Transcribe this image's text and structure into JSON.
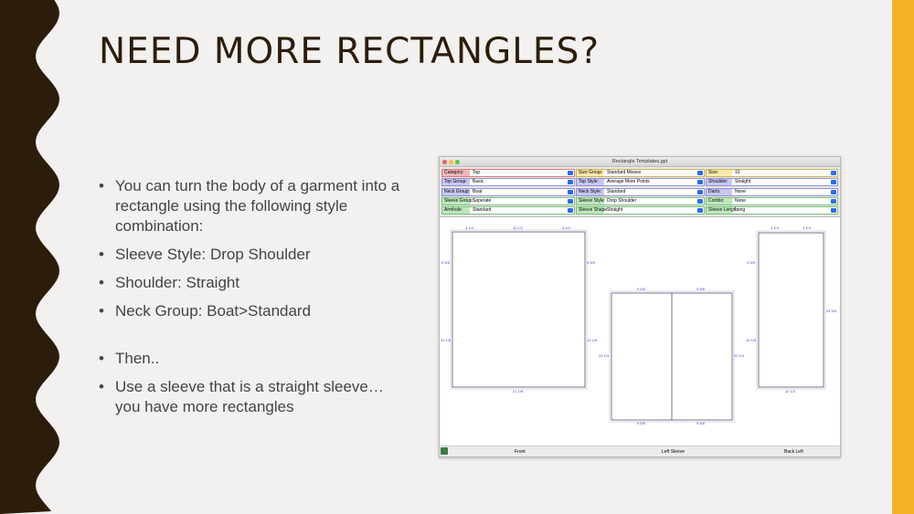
{
  "slide": {
    "title": "NEED MORE RECTANGLES?",
    "bullets": [
      "You can turn the body of a garment into a rectangle using the following style combination:",
      "Sleeve Style: Drop Shoulder",
      "Shoulder: Straight",
      "Neck Group: Boat>Standard",
      "Then..",
      "Use a sleeve that is a straight sleeve… you have more rectangles"
    ],
    "colors": {
      "left_band": "#2c1d0b",
      "right_band": "#f4b128",
      "background": "#f2f1ef"
    }
  },
  "window": {
    "title": "Rectangle Templates.gpt",
    "fields": [
      [
        {
          "label": "Category:",
          "value": "Top",
          "color": "red"
        },
        {
          "label": "Size Group:",
          "value": "Standard Misses",
          "color": "yel"
        },
        {
          "label": "Size:",
          "value": "10",
          "color": "yel"
        }
      ],
      [
        {
          "label": "Top Group:",
          "value": "Basic",
          "color": "blu"
        },
        {
          "label": "Top Style:",
          "value": "Average More Points",
          "color": "blu"
        },
        {
          "label": "Shoulder:",
          "value": "Straight",
          "color": "blu"
        }
      ],
      [
        {
          "label": "Neck Group:",
          "value": "Boat",
          "color": "blu"
        },
        {
          "label": "Neck Style:",
          "value": "Standard",
          "color": "blu"
        },
        {
          "label": "Darts:",
          "value": "None",
          "color": "blu"
        }
      ],
      [
        {
          "label": "Sleeve Group:",
          "value": "Seperate",
          "color": "grn"
        },
        {
          "label": "Sleeve Style:",
          "value": "Drop Shoulder",
          "color": "grn"
        },
        {
          "label": "Combo:",
          "value": "None",
          "color": "grn"
        }
      ],
      [
        {
          "label": "Armhole:",
          "value": "Standard",
          "color": "grn"
        },
        {
          "label": "Sleeve Shape:",
          "value": "Straight",
          "color": "grn"
        },
        {
          "label": "Sleeve Length:",
          "value": "Long",
          "color": "grn"
        }
      ]
    ],
    "front_dims": {
      "top_left": "3 1/4",
      "top_mid": "10 1/2",
      "top_right": "3 1/4",
      "left_upper": "9 5/8",
      "right_upper": "9 5/8",
      "left_lower": "15 1/8",
      "right_lower": "15 1/8",
      "bottom": "21 1/8"
    },
    "sleeve_dims": {
      "top_left": "9 5/8",
      "top_right": "9 5/8",
      "left": "20 1/4",
      "right": "20 1/4",
      "bottom_left": "9 5/8",
      "bottom_right": "9 5/8"
    },
    "back_dims": {
      "top_left": "3 1/4",
      "top_right": "3 1/4",
      "left_upper": "9 5/8",
      "left_lower": "15 1/8",
      "right": "24 3/4",
      "bottom": "10 1/2"
    },
    "footer": {
      "front": "Front",
      "sleeve": "Left Sleeve",
      "back": "Back Left"
    }
  }
}
